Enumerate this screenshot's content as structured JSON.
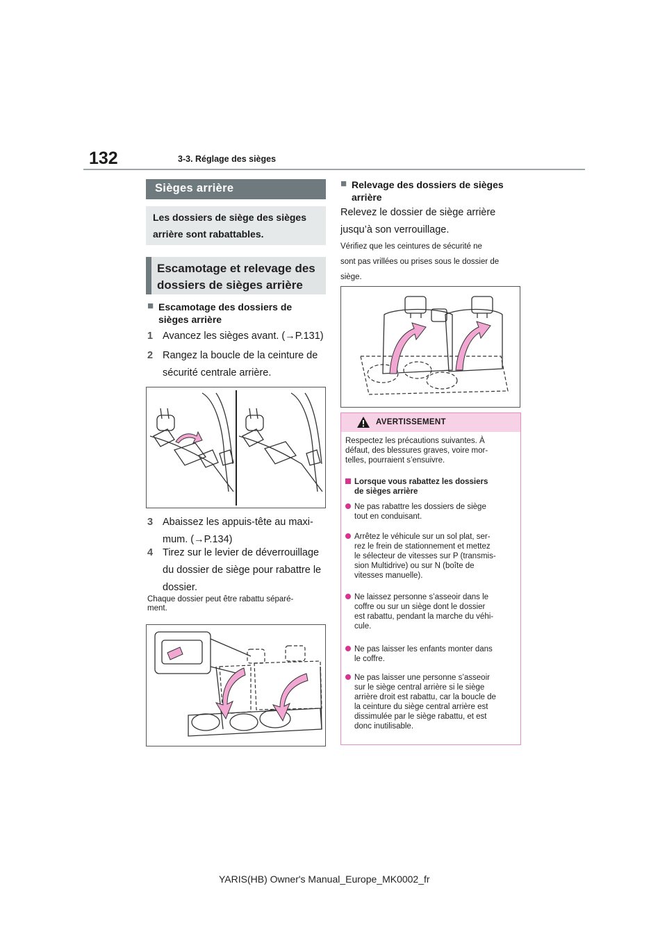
{
  "header": {
    "page_number": "132",
    "section": "3-3. Réglage des sièges"
  },
  "left": {
    "band_title": "Sièges arrière",
    "intro_line1": "Les dossiers de siège des sièges",
    "intro_line2": "arrière sont rabattables.",
    "subheading_line1": "Escamotage et relevage des",
    "subheading_line2": "dossiers de sièges arrière",
    "bullet_line1": "Escamotage des dossiers de",
    "bullet_line2": "sièges arrière",
    "bullet_glyph": "■",
    "steps": [
      {
        "num": "1",
        "lines": [
          "Avancez les sièges avant. (→P.131)"
        ]
      },
      {
        "num": "2",
        "lines": [
          "Rangez la boucle de la ceinture de",
          "sécurité centrale arrière."
        ]
      },
      {
        "num": "3",
        "lines": [
          "Abaissez les appuis-tête au maxi-",
          "mum. (→P.134)"
        ]
      },
      {
        "num": "4",
        "lines": [
          "Tirez sur le levier de déverrouillage",
          "du dossier de siège pour rabattre le",
          "dossier."
        ]
      }
    ],
    "note_line1": "Chaque dossier peut être rabattu séparé-",
    "note_line2": "ment."
  },
  "right": {
    "bullet_line1": "Relevage des dossiers de sièges",
    "bullet_line2": "arrière",
    "bullet_glyph": "■",
    "body_line1": "Relevez le dossier de siège arrière",
    "body_line2": "jusqu’à son verrouillage.",
    "small_line1": "Vérifiez que les ceintures de sécurité ne",
    "small_line2": "sont pas vrillées ou prises sous le dossier de",
    "small_line3": "siège."
  },
  "warning": {
    "title": "AVERTISSEMENT",
    "intro": [
      "Respectez les précautions suivantes. À",
      "défaut, des blessures graves, voire mor-",
      "telles, pourraient s’ensuivre."
    ],
    "sub_title": [
      "Lorsque vous rabattez les dossiers",
      "de sièges arrière"
    ],
    "items": [
      [
        "Ne pas rabattre les dossiers de siège",
        "tout en conduisant."
      ],
      [
        "Arrêtez le véhicule sur un sol plat, ser-",
        "rez le frein de stationnement et mettez",
        "le sélecteur de vitesses sur P (transmis-",
        "sion Multidrive) ou sur N (boîte de",
        "vitesses manuelle)."
      ],
      [
        "Ne laissez personne s’asseoir dans le",
        "coffre ou sur un siège dont le dossier",
        "est rabattu, pendant la marche du véhi-",
        "cule."
      ],
      [
        "Ne pas laisser les enfants monter dans",
        "le coffre."
      ],
      [
        "Ne pas laisser une personne s’asseoir",
        "sur le siège central arrière si le siège",
        "arrière droit est rabattu, car la boucle de",
        "la ceinture du siège central arrière est",
        "dissimulée par le siège rabattu, et est",
        "donc inutilisable."
      ]
    ]
  },
  "footer": "YARIS(HB) Owner's Manual_Europe_MK0002_fr",
  "colors": {
    "pink_accent": "#d8338f",
    "pink_header": "#f7d2e6",
    "band": "#6e7a7d",
    "arrow_fill": "#f2a7d2"
  }
}
